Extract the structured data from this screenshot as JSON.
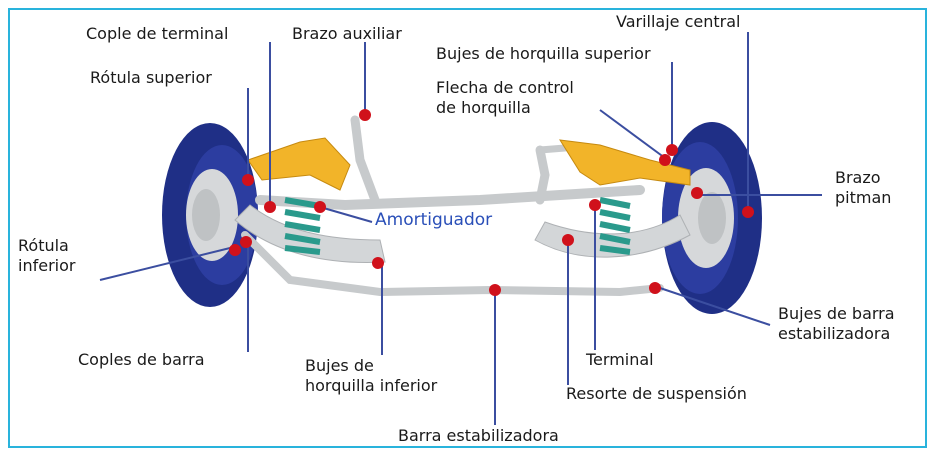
{
  "diagram": {
    "colors": {
      "frame": "#29b3dc",
      "tire": "#1f2f86",
      "metal": "#cfd2d4",
      "arm_yellow": "#f2b429",
      "spring": "#2a9a8c",
      "marker": "#d0111b",
      "leader": "#3b4ea0"
    },
    "labels": {
      "cople_terminal": "Cople de terminal",
      "brazo_auxiliar": "Brazo auxiliar",
      "varillaje_central": "Varillaje central",
      "bujes_horquilla_superior": "Bujes de horquilla superior",
      "rotula_superior": "Rótula superior",
      "flecha_control": "Flecha de control\nde horquilla",
      "brazo_pitman": "Brazo\npitman",
      "amortiguador": "Amortiguador",
      "rotula_inferior": "Rótula\ninferior",
      "bujes_barra_estabilizadora": "Bujes de barra\nestabilizadora",
      "coples_barra": "Coples de barra",
      "bujes_horquilla_inferior": "Bujes de\nhorquilla inferior",
      "terminal": "Terminal",
      "resorte_suspension": "Resorte de suspensión",
      "barra_estabilizadora": "Barra estabilizadora"
    }
  }
}
